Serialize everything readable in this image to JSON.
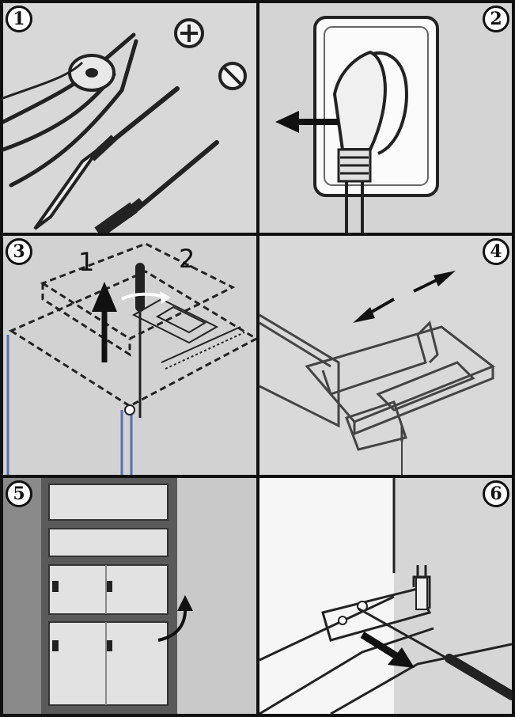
{
  "steps": [
    {
      "number": "1",
      "icon": "tools-icon"
    },
    {
      "number": "2",
      "icon": "unplug-icon"
    },
    {
      "number": "3",
      "icon": "unscrew-top-cover-icon",
      "labels": [
        "1",
        "2"
      ]
    },
    {
      "number": "4",
      "icon": "hinge-slide-icon"
    },
    {
      "number": "5",
      "icon": "door-hinge-cover-icon"
    },
    {
      "number": "6",
      "icon": "remove-hinge-icon"
    }
  ],
  "colors": {
    "frame": "#111111",
    "panel_gray": "#d4d4d4",
    "line": "#222222",
    "cabinet_blue": "#5a6fa8"
  }
}
